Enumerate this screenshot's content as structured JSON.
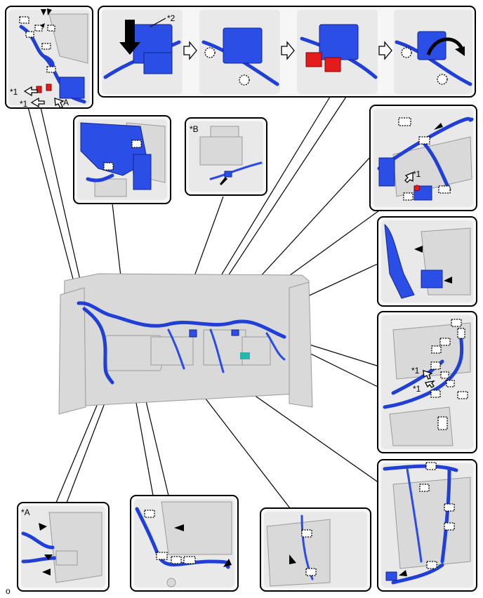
{
  "labels": {
    "star1": "*1",
    "star2": "*2",
    "starA": "*A",
    "starB": "*B",
    "A": "A",
    "figure_code": "o"
  },
  "colors": {
    "harness": "#1f3fd6",
    "connector_lock": "#e31b1b",
    "panel_border": "#000000"
  }
}
